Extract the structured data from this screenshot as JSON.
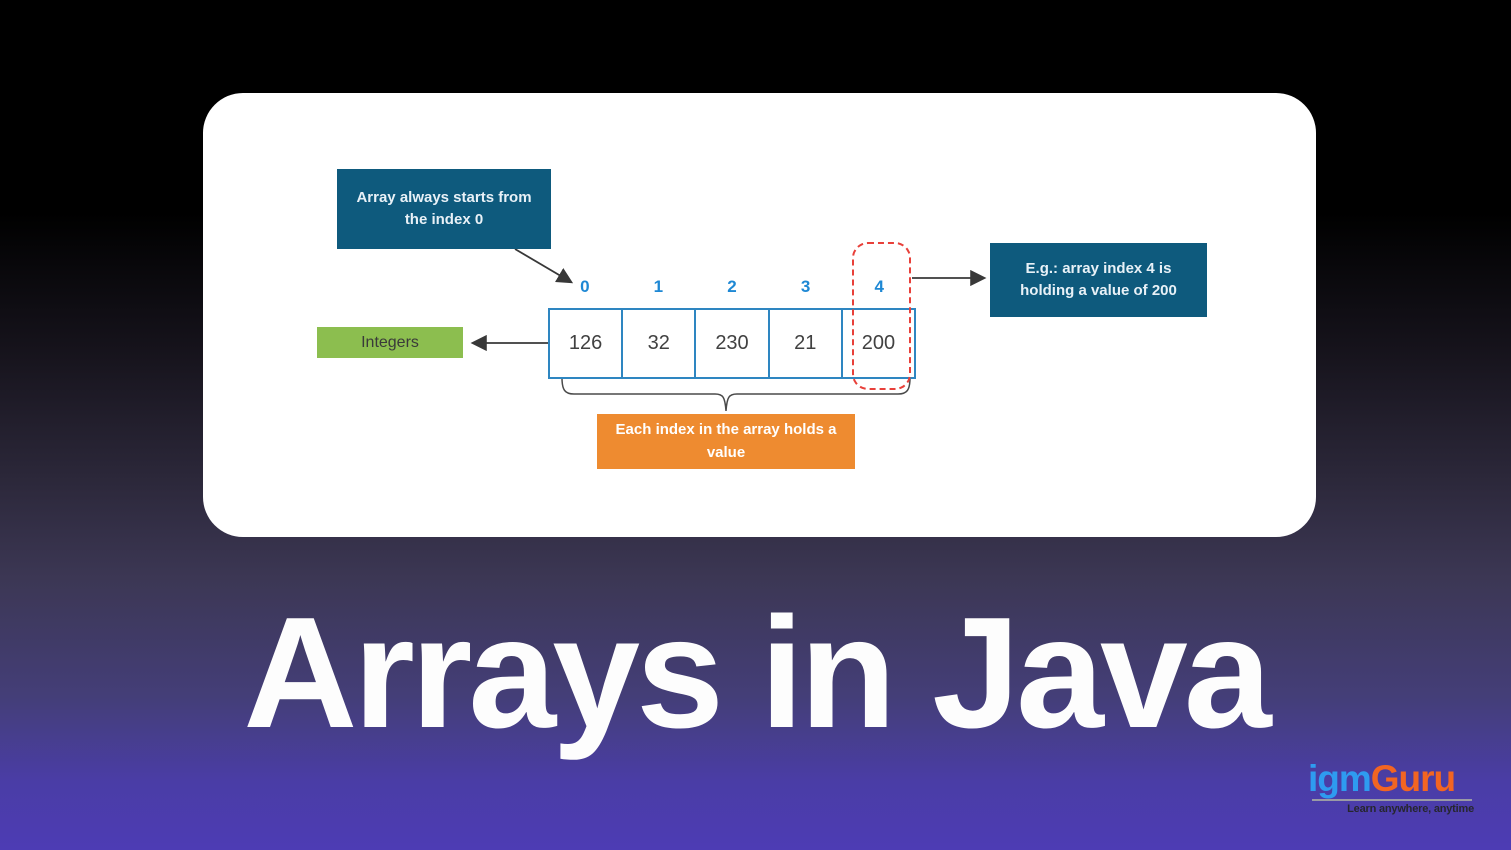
{
  "page": {
    "title": "Arrays in Java"
  },
  "diagram": {
    "callout_start": {
      "text": "Array always starts from the index 0",
      "bg": "#0e5a7d"
    },
    "callout_example": {
      "text": "E.g.: array index 4 is holding a value of 200",
      "bg": "#0e5a7d"
    },
    "callout_value": {
      "text": "Each index in the array holds a value",
      "bg": "#ee8b30"
    },
    "integers_label": {
      "text": "Integers",
      "bg": "#8cbe4f"
    },
    "array": {
      "indices": [
        "0",
        "1",
        "2",
        "3",
        "4"
      ],
      "values": [
        "126",
        "32",
        "230",
        "21",
        "200"
      ],
      "highlighted_index": "4",
      "index_color": "#1e88d4",
      "cell_border_color": "#2e86c1",
      "highlight_box_color": "#e8403a"
    }
  },
  "logo": {
    "part1": "igm",
    "part2": "Guru",
    "tagline": "Learn anywhere, anytime",
    "part1_color": "#2e9bf0",
    "part2_color": "#f26522"
  }
}
